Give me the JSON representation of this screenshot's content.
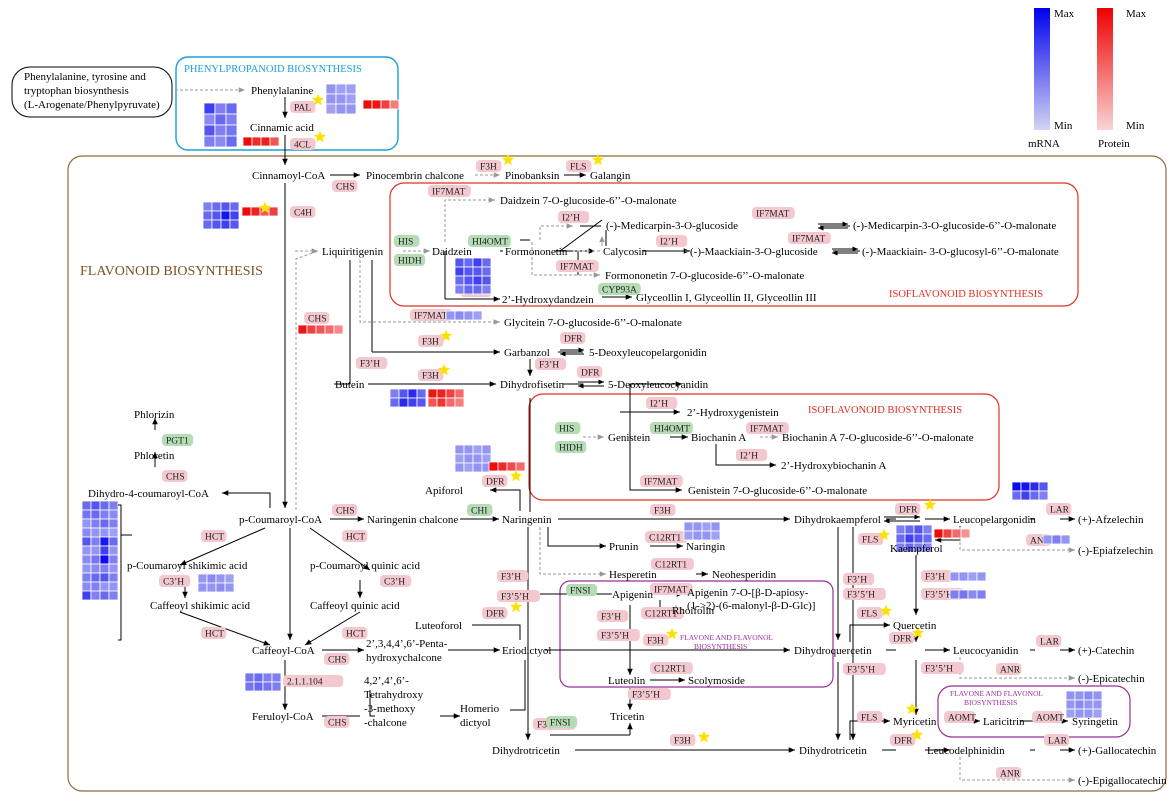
{
  "legend": {
    "mrna": {
      "label": "mRNA",
      "max": "Max",
      "min": "Min",
      "color_max": "#0000ee",
      "color_min": "#d4d4f4"
    },
    "protein": {
      "label": "Protein",
      "max": "Max",
      "min": "Min",
      "color_max": "#ee0000",
      "color_min": "#f9d4d4"
    }
  },
  "colors": {
    "enzyme_pink": "#f4c8cf",
    "enzyme_green": "#b5dcb5",
    "phenyl_box": "#1aa0d8",
    "flavonoid_box": "#8b6b3a",
    "isoflavonoid_box": "#e03020",
    "flavone_box": "#9a2d9a",
    "star": "#ffe000"
  },
  "regions": {
    "external": "Phenylalanine, tyrosine and tryptophan biosynthesis (L-Arogenate/Phenylpyruvate)",
    "external_lines": [
      "Phenylalanine, tyrosine and",
      "tryptophan biosynthesis",
      "(L-Arogenate/Phenylpyruvate)"
    ],
    "phenylpropanoid": "PHENYLPROPANOID BIOSYNTHESIS",
    "flavonoid": "FLAVONOID BIOSYNTHESIS",
    "isoflavonoid_1": "ISOFLAVONOID BIOSYNTHESIS",
    "isoflavonoid_2": "ISOFLAVONOID BIOSYNTHESIS",
    "flavone_1": [
      "FLAVONE AND FLAVONOL",
      "BIOSYNTHESIS"
    ],
    "flavone_2": [
      "FLAVONE AND FLAVONOL",
      "BIOSYNTHESIS"
    ]
  },
  "compounds": {
    "phenylalanine": "Phenylalanine",
    "cinnamic_acid": "Cinnamic acid",
    "cinnamoyl_coa": "Cinnamoyl-CoA",
    "pinocembrin_chalcone": "Pinocembrin chalcone",
    "pinobanksin": "Pinobanksin",
    "galangin": "Galangin",
    "daidzein_malonate": "Daidzein 7-O-glucoside-6’’-O-malonate",
    "medicarpin_glc": "(-)-Medicarpin-3-O-glucoside",
    "medicarpin_mal": "(-)-Medicarpin-3-O-glucoside-6’’-O-malonate",
    "maackiain_glc": "(-)-Maackiain-3-O-glucoside",
    "maackiain_mal": "(-)-Maackiain- 3-O-glucosyl-6’’-O-malonate",
    "liquiritigenin": "Liquiritigenin",
    "daidzein": "Daidzein",
    "formononetin": "Formononetin",
    "calycosin": "Calycosin",
    "formononetin_mal": "Formononetin 7-O-glucoside-6’’-O-malonate",
    "hydroxydaidzein": "2’-Hydroxydandzein",
    "glyceollin": "Glyceollin I, Glyceollin II, Glyceollin III",
    "glycitein_mal": "Glycitein 7-O-glucoside-6’’-O-malonate",
    "garbanzol": "Garbanzol",
    "deoxyleucopelargonidin": "5-Deoxyleucopelargonidin",
    "butein": "Butein",
    "dihydrofisetin": "Dihydrofisetin",
    "deoxyleucocyanidin": "5-Deoxyleucocyanidin",
    "phlorizin": "Phlorizin",
    "phloretin": "Phloretin",
    "dihydro_coumaroyl": "Dihydro-4-coumaroyl-CoA",
    "hydroxygenistein": "2’-Hydroxygenistein",
    "genistein": "Genistein",
    "biochanin_a": "Biochanin A",
    "biochanin_mal": "Biochanin A 7-O-glucoside-6’’-O-malonate",
    "hydroxybiochanin": "2’-Hydroxybiochanin A",
    "genistein_mal": "Genistein  7-O-glucoside-6’’-O-malonate",
    "apiforol": "Apiforol",
    "p_coumaroyl_coa": "p-Coumaroyl-CoA",
    "naringenin_chalcone": "Naringenin chalcone",
    "naringenin": "Naringenin",
    "dihydrokaempferol": "Dihydrokaempferol",
    "leucopelargonidin": "Leucopelargonidin",
    "afzelechin": "(+)-Afzelechin",
    "kaempferol": "Kaempferol",
    "epiafzelechin": "(-)-Epiafzelechin",
    "p_coumaroyl_shikimic": "p-Coumaroyl shikimic acid",
    "p_coumaroyl_quinic": "p-Coumaroyl quinic acid",
    "prunin": "Prunin",
    "naringin": "Naringin",
    "hesperetin": "Hesperetin",
    "neohesperidin": "Neohesperidin",
    "caffeoyl_shikimic": "Caffeoyl shikimic acid",
    "caffeoyl_quinic": "Caffeoyl quinic acid",
    "apigenin": "Apigenin",
    "apigenin_glc": [
      "Apigenin 7-O-[β-D-apiosy-",
      "(1->2)-(6-malonyl-β-D-Glc)]"
    ],
    "rhoifolin": "Rhoifolin",
    "quercetin": "Quercetin",
    "luteoforol": "Luteoforol",
    "caffeoyl_coa": "Caffeoyl-CoA",
    "pentahydroxychalcone": [
      "2’,3,4,4’,6’-Penta-",
      "hydroxychalcone"
    ],
    "eriodictyol": "Eriodictyol",
    "dihydroquercetin": "Dihydroquercetin",
    "leucocyanidin": "Leucocyanidin",
    "catechin": "(+)-Catechin",
    "epicatechin": "(-)-Epicatechin",
    "luteolin": "Luteolin",
    "scolymoside": "Scolymoside",
    "tetrahydroxy": [
      "4,2’,4’,6’-",
      "Tetrahydroxy",
      "-3-methoxy",
      "-chalcone"
    ],
    "homeriodictyol": [
      "Homerio",
      "dictyol"
    ],
    "feruloyl_coa": "Feruloyl-CoA",
    "tricetin": "Tricetin",
    "myricetin": "Myricetin",
    "laricitrin": "Laricitrin",
    "syringetin": "Syringetin",
    "dihydrotricetin_1": "Dihydrotricetin",
    "dihydrotricetin_2": "Dihydrotricetin",
    "leucodelphinidin": "Leucodelphinidin",
    "gallocatechin": "(+)-Gallocatechin",
    "epigallocatechin": "(-)-Epigallocatechin"
  },
  "enzymes": {
    "pal": "PAL",
    "c4cl": "4CL",
    "chs_top": "CHS",
    "c4h": "C4H",
    "f3h_pino": "F3H",
    "fls_gal": "FLS",
    "if7mat_daid": "IF7MAT",
    "i2h_med": "I2’H",
    "if7mat_med": "IF7MAT",
    "his_1": "HIS",
    "hidh_1": "HIDH",
    "hi4omt_1": "HI4OMT",
    "i2h_cal": "I2’H",
    "if7mat_maa": "IF7MAT",
    "if7mat_form": "IF7MAT",
    "i2h_daid": "I2’H",
    "cyp93a": "CYP93A",
    "chs_mid": "CHS",
    "if7mat_gly": "IF7MAT",
    "f3h_garb": "F3H",
    "dfr_garb": "DFR",
    "f3ph_garb": "F3’H",
    "f3ph_but": "F3’H",
    "f3h_but": "F3H",
    "dfr_dihy": "DFR",
    "pgt1": "PGT1",
    "chs_phl": "CHS",
    "i2h_gen": "I2’H",
    "his_2": "HIS",
    "hidh_2": "HIDH",
    "hi4omt_2": "HI4OMT",
    "if7mat_bio": "IF7MAT",
    "i2h_bio": "I2’H",
    "if7mat_gen": "IF7MAT",
    "dfr_api": "DFR",
    "chs_nar": "CHS",
    "chi": "CHI",
    "f3h_nar": "F3H",
    "dfr_leuco": "DFR",
    "lar_afz": "LAR",
    "fls_kae": "FLS",
    "anr_epi": "ANR",
    "hct_1": "HCT",
    "hct_2": "HCT",
    "c12rt1_1": "C12RT1",
    "c12rt1_2": "C12RT1",
    "c3h_1": "C3’H",
    "c3h_2": "C3’H",
    "f3ph_nar": "F3’H",
    "f35h_nar": "F3’5’H",
    "fnsi_1": "FNSI",
    "if7mat_api": "IF7MAT",
    "f3ph_api": "F3’H",
    "c12rt1_3": "C12RT1",
    "f35h_api": "F3’5’H",
    "f3h_api": "F3H",
    "f3ph_dhk": "F3’H",
    "f35h_dhk": "F3’5’H",
    "f3ph_kae": "F3’H",
    "f35h_kae": "F3’5’H",
    "fls_q": "FLS",
    "dfr_q": "DFR",
    "lar_cat": "LAR",
    "hct_3": "HCT",
    "hct_4": "HCT",
    "chs_caf": "CHS",
    "dfr_lut": "DFR",
    "c12rt1_4": "C12RT1",
    "f35h_lut": "F3’5’H",
    "f35h_dq": "F3’5’H",
    "f35h_lc": "F3’5’H",
    "anr_epic": "ANR",
    "e21": "2.1.1.104",
    "chs_fer": "CHS",
    "f35h_eri": "F3’5’H",
    "fnsi_2": "FNSI",
    "aomt_1": "AOMT",
    "aomt_2": "AOMT",
    "fls_myr": "FLS",
    "f3h_dht": "F3H",
    "dfr_dht": "DFR",
    "lar_gal": "LAR",
    "anr_gal": "ANR"
  },
  "heatmaps": [
    {
      "id": "pal_mrna",
      "rows": 3,
      "cols": 3,
      "levels": [
        0.3,
        0.25,
        0.25,
        0.3,
        0.3,
        0.25,
        0.25,
        0.3,
        0.3
      ]
    },
    {
      "id": "pal_prot",
      "rows": 1,
      "cols": 4,
      "levels": [
        0.95,
        0.9,
        0.7,
        0.4
      ]
    },
    {
      "id": "left_mrna",
      "rows": 4,
      "cols": 3,
      "levels": [
        0.7,
        0.4,
        0.5,
        0.35,
        0.5,
        0.4,
        0.6,
        0.4,
        0.45,
        0.4,
        0.35,
        0.5
      ]
    },
    {
      "id": "cl4_prot",
      "rows": 1,
      "cols": 4,
      "levels": [
        0.95,
        0.8,
        0.85,
        0.6
      ]
    },
    {
      "id": "c4h_mrna",
      "rows": 3,
      "cols": 4,
      "levels": [
        0.4,
        0.5,
        0.6,
        0.5,
        0.5,
        0.6,
        0.9,
        0.7,
        0.5,
        0.6,
        0.7,
        0.6
      ]
    },
    {
      "id": "c4h_prot",
      "rows": 1,
      "cols": 4,
      "levels": [
        0.95,
        0.85,
        0.6,
        0.7
      ]
    },
    {
      "id": "hi4omt_mrna",
      "rows": 4,
      "cols": 4,
      "levels": [
        0.6,
        0.5,
        0.7,
        0.5,
        0.7,
        0.6,
        0.6,
        0.5,
        0.5,
        0.6,
        0.7,
        0.6,
        0.4,
        0.5,
        0.5,
        0.4
      ]
    },
    {
      "id": "chs_prot",
      "rows": 1,
      "cols": 5,
      "levels": [
        0.9,
        0.7,
        0.6,
        0.5,
        0.35
      ]
    },
    {
      "id": "if7mat_gly_mrna",
      "rows": 1,
      "cols": 4,
      "levels": [
        0.3,
        0.35,
        0.3,
        0.25
      ]
    },
    {
      "id": "f3h_but_mrna",
      "rows": 2,
      "cols": 4,
      "levels": [
        0.4,
        0.6,
        0.8,
        0.5,
        0.5,
        0.8,
        0.7,
        0.6
      ]
    },
    {
      "id": "f3h_but_prot",
      "rows": 2,
      "cols": 4,
      "levels": [
        0.9,
        0.85,
        0.7,
        0.5,
        0.6,
        0.75,
        0.5,
        0.4
      ]
    },
    {
      "id": "dfr_api_mrna",
      "rows": 3,
      "cols": 4,
      "levels": [
        0.3,
        0.3,
        0.25,
        0.3,
        0.25,
        0.3,
        0.3,
        0.25,
        0.3,
        0.25,
        0.3,
        0.3
      ]
    },
    {
      "id": "dfr_api_prot",
      "rows": 1,
      "cols": 4,
      "levels": [
        0.95,
        0.8,
        0.65,
        0.5
      ]
    },
    {
      "id": "hct_mrna",
      "rows": 11,
      "cols": 4,
      "levels": [
        0.5,
        0.6,
        0.5,
        0.4,
        0.45,
        0.5,
        0.4,
        0.35,
        0.3,
        0.4,
        0.5,
        0.4,
        0.35,
        0.3,
        0.3,
        0.25,
        0.6,
        0.4,
        0.9,
        0.5,
        0.3,
        0.3,
        0.7,
        0.3,
        0.35,
        0.45,
        0.95,
        0.4,
        0.3,
        0.35,
        0.4,
        0.3,
        0.4,
        0.5,
        0.6,
        0.4,
        0.35,
        0.4,
        0.3,
        0.3,
        0.7,
        0.4,
        0.5,
        0.4
      ]
    },
    {
      "id": "afz_mrna",
      "rows": 2,
      "cols": 4,
      "levels": [
        0.95,
        0.9,
        0.8,
        0.6,
        0.5,
        0.7,
        0.5,
        0.4
      ]
    },
    {
      "id": "kae_mrna",
      "rows": 3,
      "cols": 4,
      "levels": [
        0.4,
        0.5,
        0.6,
        0.4,
        0.5,
        0.7,
        0.6,
        0.5,
        0.4,
        0.5,
        0.4,
        0.35
      ]
    },
    {
      "id": "kae_prot",
      "rows": 1,
      "cols": 4,
      "levels": [
        0.95,
        0.7,
        0.5,
        0.3
      ]
    },
    {
      "id": "anr_mrna",
      "rows": 1,
      "cols": 3,
      "levels": [
        0.3,
        0.4,
        0.3
      ]
    },
    {
      "id": "c12rt1_mrna",
      "rows": 2,
      "cols": 4,
      "levels": [
        0.3,
        0.3,
        0.25,
        0.3,
        0.25,
        0.3,
        0.3,
        0.25
      ]
    },
    {
      "id": "c3h_mrna",
      "rows": 2,
      "cols": 4,
      "levels": [
        0.3,
        0.35,
        0.3,
        0.25,
        0.3,
        0.3,
        0.35,
        0.3
      ]
    },
    {
      "id": "f3h_kae_mrna",
      "rows": 1,
      "cols": 4,
      "levels": [
        0.3,
        0.3,
        0.25,
        0.3
      ]
    },
    {
      "id": "f35h_kae_mrna",
      "rows": 1,
      "cols": 4,
      "levels": [
        0.4,
        0.45,
        0.35,
        0.4
      ]
    },
    {
      "id": "e21_mrna",
      "rows": 2,
      "cols": 4,
      "levels": [
        0.45,
        0.5,
        0.4,
        0.4,
        0.45,
        0.5,
        0.45,
        0.4
      ]
    },
    {
      "id": "syr_mrna",
      "rows": 3,
      "cols": 4,
      "levels": [
        0.3,
        0.3,
        0.35,
        0.3,
        0.3,
        0.35,
        0.3,
        0.3,
        0.25,
        0.3,
        0.3,
        0.25
      ]
    }
  ]
}
